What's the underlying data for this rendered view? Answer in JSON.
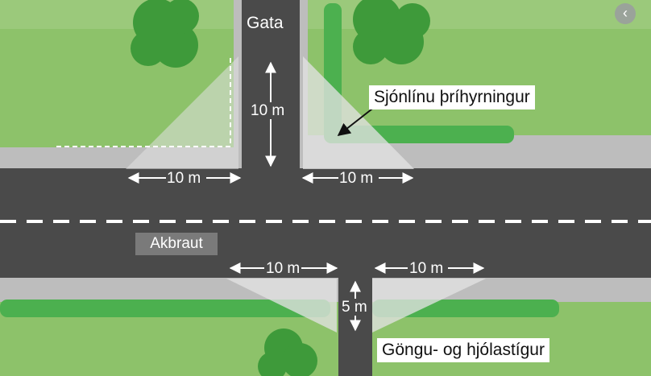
{
  "labels": {
    "side_street": "Gata",
    "main_road": "Akbraut",
    "sight_triangle": "Sjónlínu þríhyrningur",
    "path": "Göngu- og hjólastígur"
  },
  "dimensions": {
    "top_vertical": "10 m",
    "top_left": "10 m",
    "top_right": "10 m",
    "bottom_left": "10 m",
    "bottom_right": "10 m",
    "bottom_vertical": "5 m"
  },
  "controls": {
    "back_icon": "‹"
  },
  "colors": {
    "grass": "#8dc26a",
    "road": "#4a4a4a",
    "sidewalk": "#bdbdbd",
    "triangle": "#e2e2e2",
    "hedge": "#4cb04f"
  }
}
